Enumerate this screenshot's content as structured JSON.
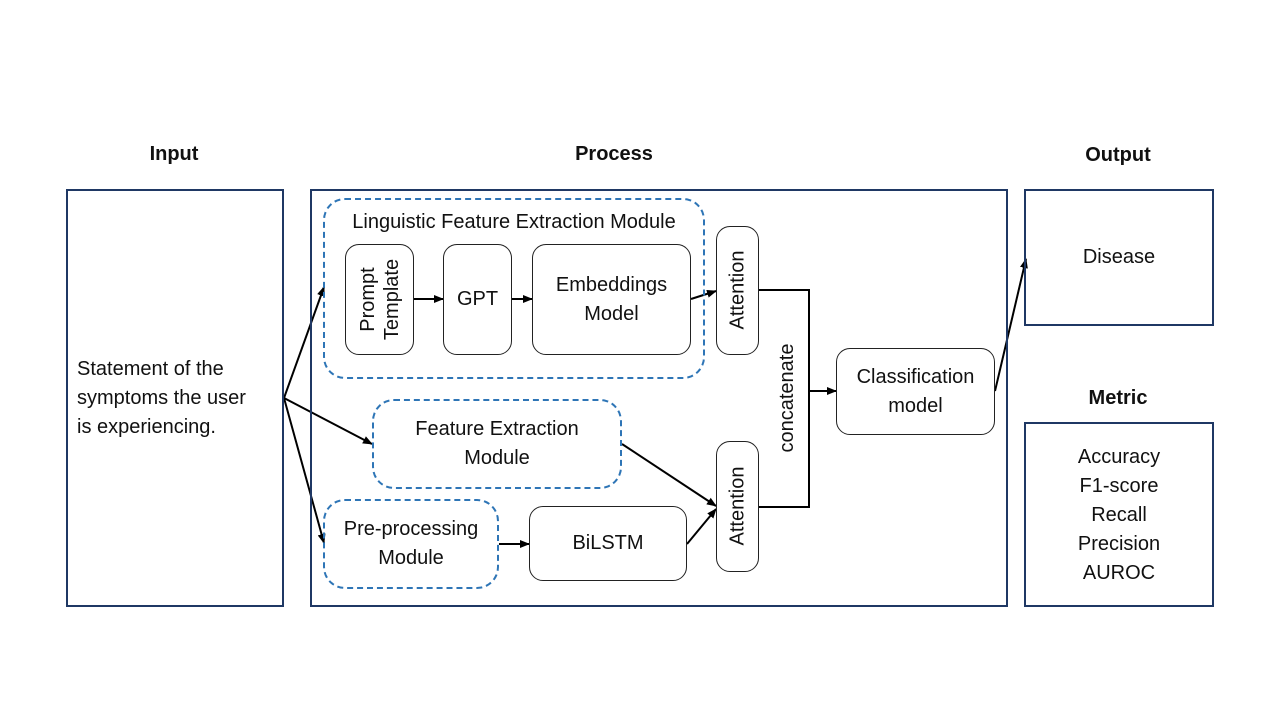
{
  "headings": {
    "input": "Input",
    "process": "Process",
    "output": "Output",
    "metric": "Metric"
  },
  "input_text": "Statement of the\nsymptoms the user\nis experiencing.",
  "modules": {
    "linguistic": "Linguistic Feature Extraction Module",
    "feature_extraction": "Feature Extraction\nModule",
    "preprocessing": "Pre-processing\nModule"
  },
  "nodes": {
    "prompt_template": "Prompt\nTemplate",
    "gpt": "GPT",
    "embeddings": "Embeddings\nModel",
    "attention_top": "Attention",
    "attention_bottom": "Attention",
    "bilstm": "BiLSTM",
    "concatenate": "concatenate",
    "classification": "Classification\nmodel"
  },
  "output_text": "Disease",
  "metrics": [
    "Accuracy",
    "F1-score",
    "Recall",
    "Precision",
    "AUROC"
  ],
  "colors": {
    "frame_border": "#1f3864",
    "dashed_border": "#2e75b6",
    "line": "#000000"
  }
}
